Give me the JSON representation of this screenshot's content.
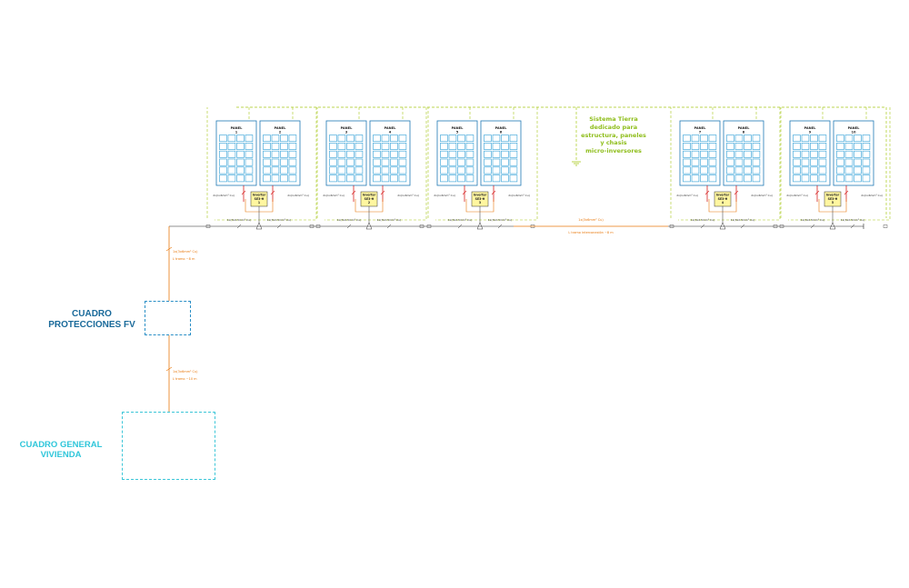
{
  "colors": {
    "panel_cell": "#2e9ed6",
    "panel_frame": "#1f78b4",
    "dc_wire": "#d62020",
    "ac_wire_orange": "#e8780c",
    "ground_green": "#a8c81a",
    "bus_black": "#222222",
    "inverter_fill": "#fff6a0",
    "box_protecciones": "#2a8fc6",
    "box_general": "#3cc6d8",
    "label_protecciones": "#1a6a9a",
    "label_general": "#2fc6da",
    "label_earth": "#8fbe1c"
  },
  "labels": {
    "cuadro_protecciones": [
      "CUADRO",
      "PROTECCIONES FV"
    ],
    "cuadro_general": [
      "CUADRO GENERAL",
      "VIVIENDA"
    ],
    "sistema_tierra": [
      "Sistema Tierra",
      "dedicado para",
      "estructura, paneles",
      "y chasis",
      "micro-inversores"
    ]
  },
  "inverter_group": {
    "title": "Inverter",
    "model": "SE3-H",
    "panel_word": "PANEL"
  },
  "groups": [
    {
      "panels": [
        "1",
        "2"
      ],
      "inverter_no": "1"
    },
    {
      "panels": [
        "3",
        "4"
      ],
      "inverter_no": "2"
    },
    {
      "panels": [
        "5",
        "6"
      ],
      "inverter_no": "3"
    },
    {
      "panels": [
        "7",
        "8"
      ],
      "inverter_no": "4"
    },
    {
      "panels": [
        "9",
        "10"
      ],
      "inverter_no": "5"
    }
  ],
  "cable_labels": {
    "dc_string": "2x(1x6mm² Cu)",
    "ac_bus": "1x(3x2.5mm² Cu)",
    "trunk": "1x(3x6mm² Cu)",
    "trunk_length": "L tramo ~8 m",
    "trunk2": "1x(3x6mm² Cu)",
    "trunk2_length": "L tramo ~10 m",
    "middle_bus": "1x(3x6mm² Cu)",
    "middle_bus_length": "L tramo interconexión ~8 m"
  }
}
